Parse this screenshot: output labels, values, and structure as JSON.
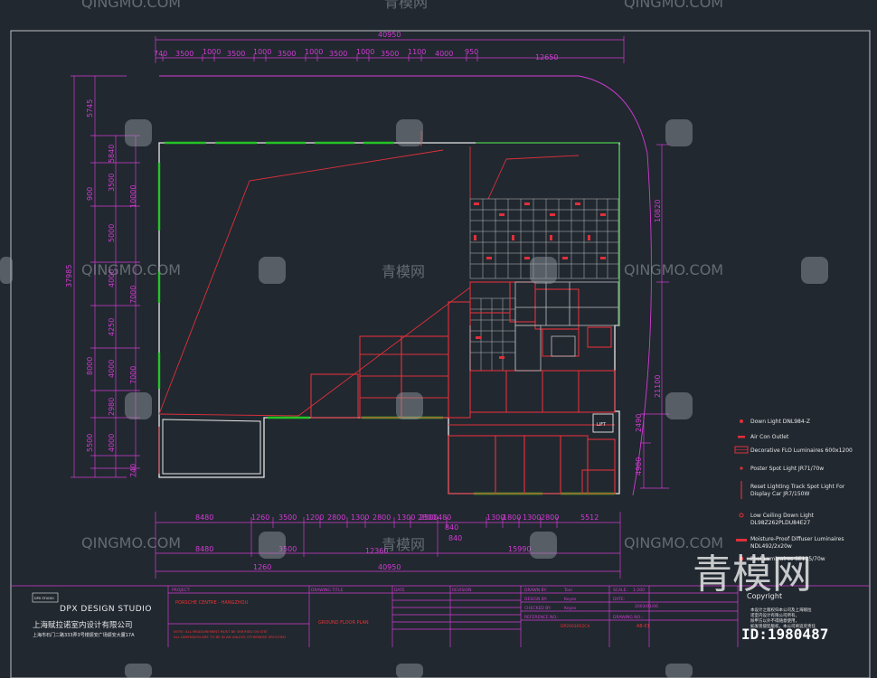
{
  "dims": {
    "top_total": "40950",
    "top_segments": [
      "740",
      "3500",
      "1000",
      "3500",
      "1000",
      "3500",
      "1000",
      "3500",
      "1000",
      "3500",
      "1100",
      "4000",
      "950",
      "12650"
    ],
    "left_total": "37985",
    "left_outer": [
      "5745",
      "5840",
      "3500",
      "10000",
      "7000",
      "7000",
      "4000",
      "5500",
      "740"
    ],
    "left_inner": [
      "900",
      "5000",
      "4000",
      "4250",
      "8000",
      "2980",
      "4000"
    ],
    "right_top": "10820",
    "right_mid": "21100",
    "right_b1": "2490",
    "right_b2": "4980",
    "bottom_row1": [
      "8480",
      "1260",
      "3500",
      "1200",
      "2800",
      "1300",
      "2800",
      "1300",
      "2800",
      "2500",
      "480",
      "1300",
      "1800",
      "1300",
      "2800",
      "5512"
    ],
    "bottom_row2": [
      "8480",
      "3500",
      "12360",
      "15990"
    ],
    "bottom_extra": [
      "840",
      "840"
    ],
    "bottom_row3_left": "1260",
    "bottom_total": "40950"
  },
  "legend": {
    "items": [
      "Down Light DNL984-Z",
      "Air Con Outlet",
      "Decorative FLO Luminaires 600x1200",
      "Poster Spot Light JR71/70w",
      "Reset Lighting Track Spot Light For",
      "Display Car JR7/150W",
      "Low Ceiling Down Light",
      "DL98Z262PLDU84E27",
      "Moisture-Proof Diffuser Luminaires",
      "NDL492/2x20w",
      "Pool Luminaires SE115/70w"
    ],
    "copyright": "Copyright",
    "cn_notes": [
      "本设计之版权归本公司及上海赋拉",
      "诺室内设计有限公司所有，",
      "除甲方以外不得随意使用，",
      "如发现侵犯版权，本公司将追究责任"
    ]
  },
  "title_block": {
    "studio": "DPX DESIGN STUDIO",
    "logo_text": "DPX STUDIO",
    "company": "上海赋拉诺室内设计有限公司",
    "address": "上海市石门二路333弄3号楼振安广场振安大厦17A",
    "project_label": "PROJECT:",
    "project": "PORSCHE CENTRE - HANGZHOU",
    "notes": [
      "NOTE: ALL MEASUREMENT MUST BE VERIFIED ON SITE",
      "ALL DIMENSION ARE TO BE IN AN UNLESS OTHERWISE SPECIFIED"
    ],
    "drawing_title_label": "DRAWING TITLE",
    "drawing_title": "GROUND FLOOR PLAN",
    "date_label": "DATE",
    "revision_label": "REVISION",
    "drawn_by_label": "DRAWN BY:",
    "drawn_by": "Tool",
    "design_by_label": "DESIGN BY:",
    "design_by": "Keyes",
    "checked_by_label": "CHECKED BY:",
    "checked_by": "Keyes",
    "scale_label": "SCALE:",
    "scale": "1:200",
    "date2_label": "DATE:",
    "date2": "2003/01/06",
    "reference_label": "REFERENCE NO.:",
    "reference": "DP2003052C4",
    "drawing_no_label": "DRAWING NO.:",
    "drawing_no": "A8-01"
  },
  "watermarks": {
    "qingmo_en": "QINGMO.COM",
    "qingmo_cn": "青模网",
    "big_cn": "青模网",
    "id": "ID:1980487"
  },
  "misc": {
    "lift": "LIFT"
  },
  "colors": {
    "bg": "#212830",
    "line": "#d23bd2",
    "wall": "#e0303a",
    "window": "#25c425",
    "grey": "#bfbfbf",
    "text": "#e8e8e8"
  }
}
